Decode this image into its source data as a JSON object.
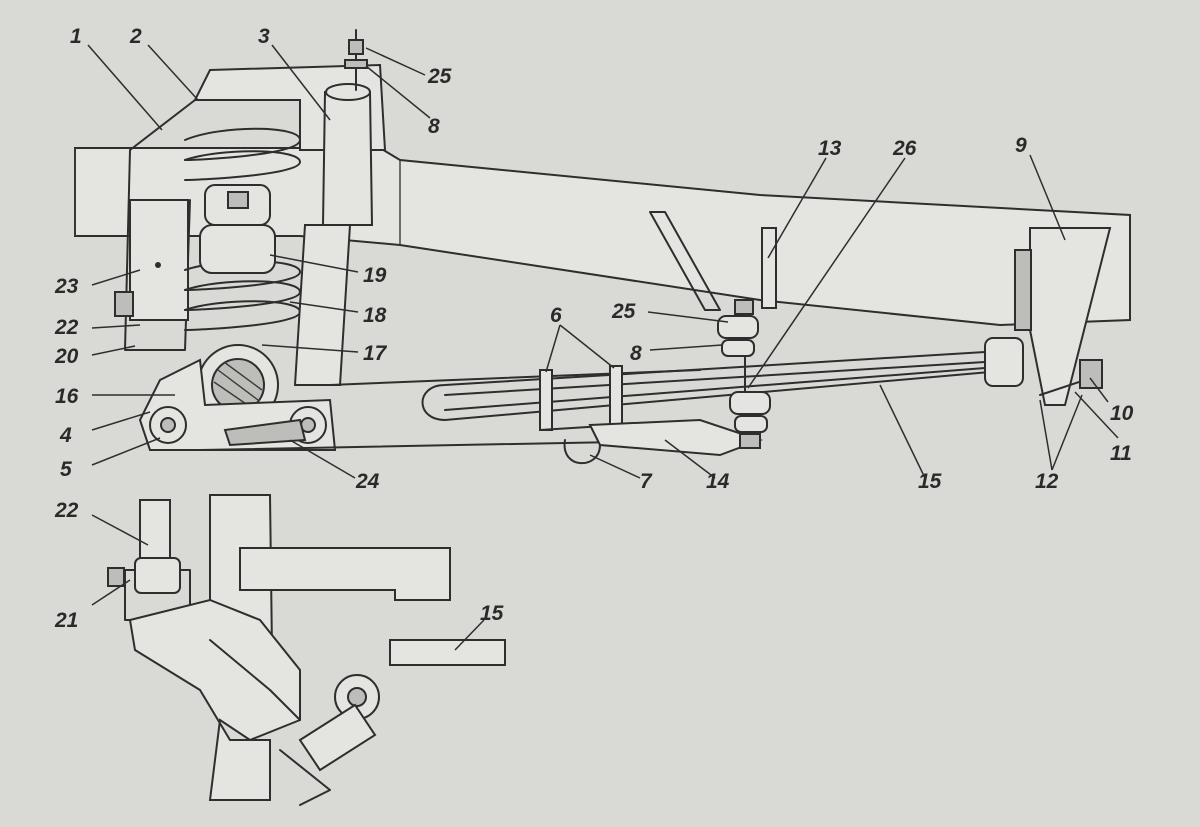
{
  "labels": {
    "l1": "1",
    "l2": "2",
    "l3": "3",
    "l25a": "25",
    "l8a": "8",
    "l13": "13",
    "l26": "26",
    "l9": "9",
    "l23": "23",
    "l19": "19",
    "l22a": "22",
    "l18": "18",
    "l20": "20",
    "l17": "17",
    "l16": "16",
    "l4": "4",
    "l5": "5",
    "l24": "24",
    "l6": "6",
    "l25b": "25",
    "l8b": "8",
    "l7": "7",
    "l14": "14",
    "l15a": "15",
    "l10": "10",
    "l11": "11",
    "l12": "12",
    "l22b": "22",
    "l21": "21",
    "l15b": "15"
  },
  "colors": {
    "background": "#d9d9d6",
    "ink": "#2e2e2e",
    "part_fill": "#e4e4e1",
    "shade": "#bdbdba"
  }
}
